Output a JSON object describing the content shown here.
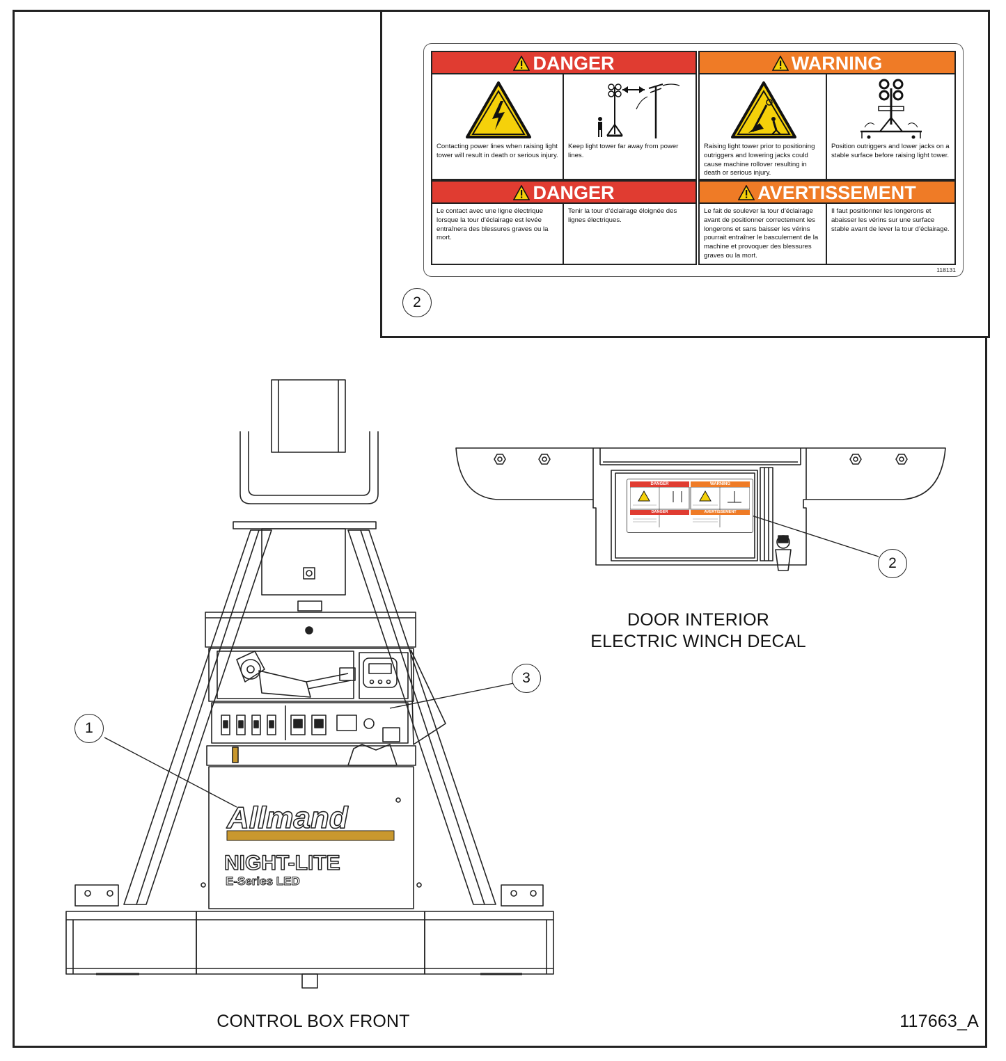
{
  "callouts": {
    "one": "1",
    "two_decal": "2",
    "two_door": "2",
    "three": "3"
  },
  "decal": {
    "part_number": "118131",
    "danger_en": {
      "header": "DANGER",
      "left_text": "Contacting power lines when raising light tower will result in death or serious injury.",
      "right_text": "Keep light tower far away from power lines."
    },
    "warning_en": {
      "header": "WARNING",
      "left_text": "Raising light tower prior to positioning outriggers and lowering jacks could cause machine rollover resulting in death or serious injury.",
      "right_text": "Position outriggers and lower jacks on a stable surface before raising light tower."
    },
    "danger_fr": {
      "header": "DANGER",
      "left_text": "Le contact avec une ligne électrique lorsque la tour d’éclairage est levée entraînera des blessures graves ou la mort.",
      "right_text": "Tenir la tour d’éclairage éloignée des lignes électriques."
    },
    "warning_fr": {
      "header": "AVERTISSEMENT",
      "left_text": "Le fait de soulever la tour d’éclairage avant de positionner correctement les longerons et sans baisser les vérins pourrait entraîner le basculement de la machine et provoquer des blessures graves ou la mort.",
      "right_text": "Il faut positionner les longerons et abaisser les vérins sur une surface stable avant de lever la tour d’éclairage."
    },
    "mini": {
      "danger": "DANGER",
      "warning": "WARNING",
      "avertissement": "AVERTISSEMENT"
    }
  },
  "machine": {
    "brand": "Allmand",
    "model": "NIGHT-LITE",
    "series": "E-Series LED"
  },
  "captions": {
    "door_line1": "DOOR INTERIOR",
    "door_line2": "ELECTRIC WINCH DECAL",
    "front": "CONTROL BOX FRONT",
    "drawing_number": "117663_A"
  },
  "colors": {
    "danger_red": "#e03c31",
    "warning_orange": "#ef7b26",
    "hazard_yellow": "#f5d10a",
    "brand_gold": "#c9982e"
  }
}
